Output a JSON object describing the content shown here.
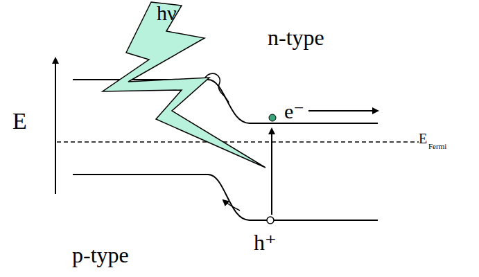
{
  "diagram": {
    "labels": [
      "hν",
      "n-type",
      "E",
      "e⁻",
      "E",
      "Fermi",
      "h⁺",
      "p-type"
    ]
  }
}
